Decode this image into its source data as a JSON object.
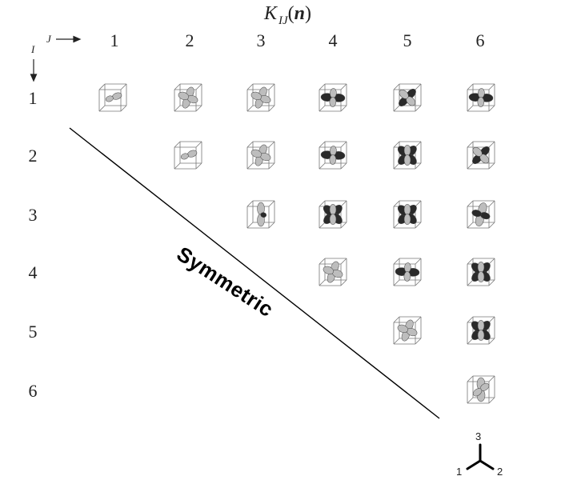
{
  "title": {
    "symbol": "K",
    "subscript": "IJ",
    "argument": "n"
  },
  "index_labels": {
    "row": "I",
    "col": "J"
  },
  "columns": [
    "1",
    "2",
    "3",
    "4",
    "5",
    "6"
  ],
  "rows": [
    "1",
    "2",
    "3",
    "4",
    "5",
    "6"
  ],
  "symmetric_label": "Symmetric",
  "triad": {
    "axis1": "1",
    "axis2": "2",
    "axis3": "3"
  },
  "colors": {
    "light_lobe": "#bdbdbd",
    "dark_lobe": "#2a2a2a",
    "cube_edge": "#777777",
    "line": "#000000"
  },
  "cells": [
    {
      "i": 1,
      "j": 1,
      "shape": "single-lobe-light"
    },
    {
      "i": 1,
      "j": 2,
      "shape": "clover-light"
    },
    {
      "i": 1,
      "j": 3,
      "shape": "clover-light"
    },
    {
      "i": 1,
      "j": 4,
      "shape": "clover-dark-horizontal"
    },
    {
      "i": 1,
      "j": 5,
      "shape": "clover-mixed"
    },
    {
      "i": 1,
      "j": 6,
      "shape": "clover-dark-horizontal"
    },
    {
      "i": 2,
      "j": 2,
      "shape": "single-lobe-light"
    },
    {
      "i": 2,
      "j": 3,
      "shape": "clover-light"
    },
    {
      "i": 2,
      "j": 4,
      "shape": "clover-dark-horizontal"
    },
    {
      "i": 2,
      "j": 5,
      "shape": "clover-dark"
    },
    {
      "i": 2,
      "j": 6,
      "shape": "clover-mixed"
    },
    {
      "i": 3,
      "j": 3,
      "shape": "vertical-dumbbell"
    },
    {
      "i": 3,
      "j": 4,
      "shape": "clover-dark"
    },
    {
      "i": 3,
      "j": 5,
      "shape": "clover-dark"
    },
    {
      "i": 3,
      "j": 6,
      "shape": "clover-light-dark"
    },
    {
      "i": 4,
      "j": 4,
      "shape": "clover-light"
    },
    {
      "i": 4,
      "j": 5,
      "shape": "clover-dark-horizontal"
    },
    {
      "i": 4,
      "j": 6,
      "shape": "clover-dark"
    },
    {
      "i": 5,
      "j": 5,
      "shape": "clover-light"
    },
    {
      "i": 5,
      "j": 6,
      "shape": "clover-dark"
    },
    {
      "i": 6,
      "j": 6,
      "shape": "clover-light-vertical"
    }
  ]
}
